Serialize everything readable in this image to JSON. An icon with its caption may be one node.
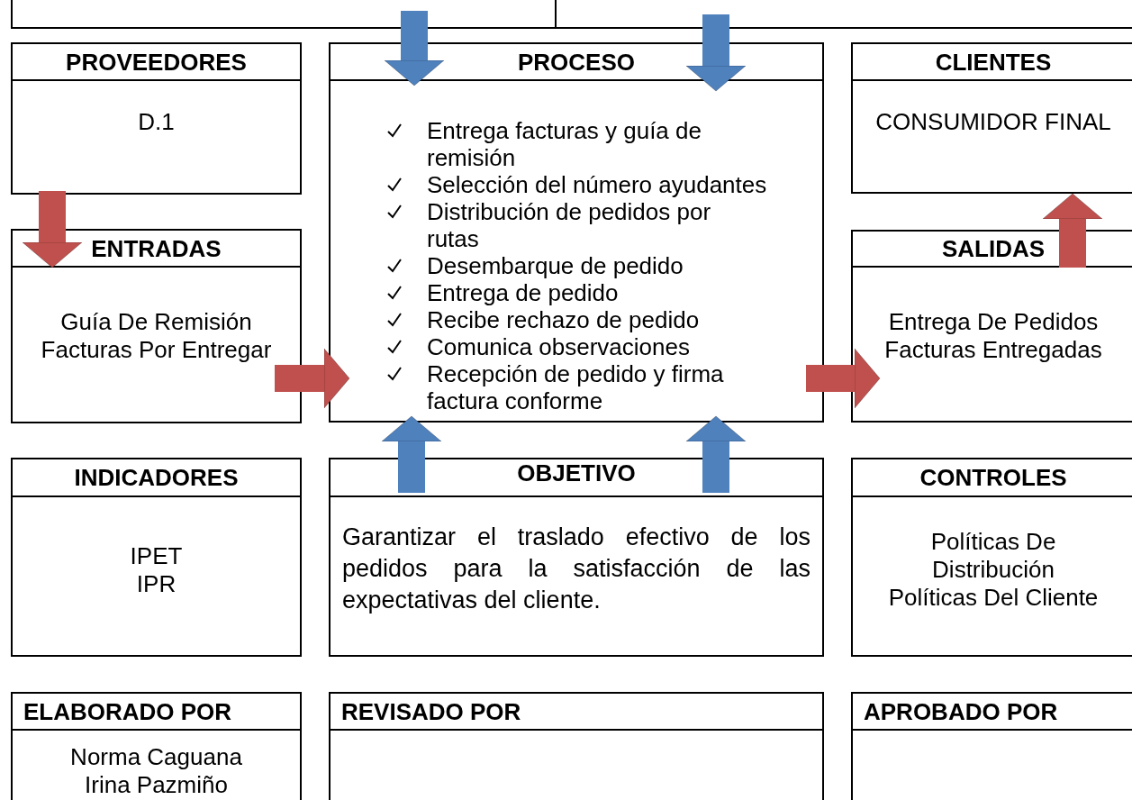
{
  "diagram": {
    "nodes": [
      {
        "text": [],
        "shape": "box"
      },
      {
        "text": [],
        "shape": "box"
      },
      {
        "text": [
          "PROVEEDORES",
          "D.1"
        ]
      },
      {
        "text": [
          "PROCESO",
          "Entrega facturas y guía de remisión",
          "Selección del número ayudantes",
          "Distribución de pedidos por rutas",
          "Desembarque de pedido",
          "Entrega de pedido",
          "Recibe rechazo de pedido",
          "Comunica observaciones",
          "Recepción de pedido y firma factura conforme"
        ]
      },
      {
        "text": [
          "CLIENTES",
          "CONSUMIDOR FINAL"
        ]
      },
      {
        "text": [
          "ENTRADAS",
          "Guía De Remisión",
          "Facturas Por Entregar"
        ]
      },
      {
        "text": [
          "SALIDAS",
          "Entrega De Pedidos",
          "Facturas Entregadas"
        ]
      },
      {
        "text": [
          "INDICADORES",
          "IPET",
          "IPR"
        ]
      },
      {
        "text": [
          "OBJETIVO",
          "Garantizar el traslado efectivo de los pedidos para la satisfacción de las expectativas del cliente."
        ]
      },
      {
        "text": [
          "CONTROLES",
          "Políticas De Distribución",
          "Políticas Del Cliente"
        ]
      },
      {
        "text": [
          "ELABORADO POR",
          "Norma Caguana",
          "Irina Pazmiño"
        ]
      },
      {
        "text": [
          "REVISADO POR"
        ]
      },
      {
        "text": [
          "APROBADO POR"
        ]
      }
    ],
    "edges": [
      {
        "from": 0,
        "to": 3,
        "arrow": "to",
        "color": "#4f81bd"
      },
      {
        "from": 1,
        "to": 3,
        "arrow": "to",
        "color": "#4f81bd"
      },
      {
        "from": 2,
        "to": 5,
        "arrow": "to",
        "color": "#c0504d"
      },
      {
        "from": 5,
        "to": 3,
        "arrow": "to",
        "color": "#c0504d"
      },
      {
        "from": 3,
        "to": 6,
        "arrow": "to",
        "color": "#c0504d"
      },
      {
        "from": 6,
        "to": 4,
        "arrow": "to",
        "color": "#c0504d"
      },
      {
        "from": 8,
        "to": 3,
        "arrow": "to",
        "color": "#4f81bd"
      },
      {
        "from": 8,
        "to": 3,
        "arrow": "to",
        "color": "#4f81bd"
      }
    ]
  }
}
